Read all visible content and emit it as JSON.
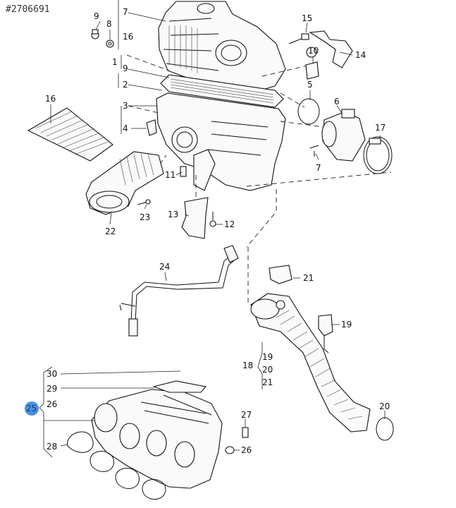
{
  "doc_id": "#2706691",
  "highlight": {
    "label": "25",
    "color": "#4a90e2"
  },
  "callouts": [
    {
      "key": "c7a",
      "label": "7"
    },
    {
      "key": "c9a",
      "label": "9"
    },
    {
      "key": "c8",
      "label": "8"
    },
    {
      "key": "c16a",
      "label": "16"
    },
    {
      "key": "c1",
      "label": "1"
    },
    {
      "key": "c9b",
      "label": "9"
    },
    {
      "key": "c2",
      "label": "2"
    },
    {
      "key": "c3",
      "label": "3"
    },
    {
      "key": "c4",
      "label": "4"
    },
    {
      "key": "c16b",
      "label": "16"
    },
    {
      "key": "c15",
      "label": "15"
    },
    {
      "key": "c10",
      "label": "10"
    },
    {
      "key": "c14",
      "label": "14"
    },
    {
      "key": "c5",
      "label": "5"
    },
    {
      "key": "c6",
      "label": "6"
    },
    {
      "key": "c17",
      "label": "17"
    },
    {
      "key": "c7b",
      "label": "7"
    },
    {
      "key": "c11",
      "label": "11"
    },
    {
      "key": "c22",
      "label": "22"
    },
    {
      "key": "c23",
      "label": "23"
    },
    {
      "key": "c13",
      "label": "13"
    },
    {
      "key": "c12",
      "label": "12"
    },
    {
      "key": "c24",
      "label": "24"
    },
    {
      "key": "c21a",
      "label": "21"
    },
    {
      "key": "c19a",
      "label": "19"
    },
    {
      "key": "c18",
      "label": "18"
    },
    {
      "key": "c19b",
      "label": "19"
    },
    {
      "key": "c20a",
      "label": "20"
    },
    {
      "key": "c21b",
      "label": "21"
    },
    {
      "key": "c20b",
      "label": "20"
    },
    {
      "key": "c30",
      "label": "30"
    },
    {
      "key": "c29",
      "label": "29"
    },
    {
      "key": "c26a",
      "label": "26"
    },
    {
      "key": "c28",
      "label": "28"
    },
    {
      "key": "c27",
      "label": "27"
    },
    {
      "key": "c26b",
      "label": "26"
    }
  ]
}
